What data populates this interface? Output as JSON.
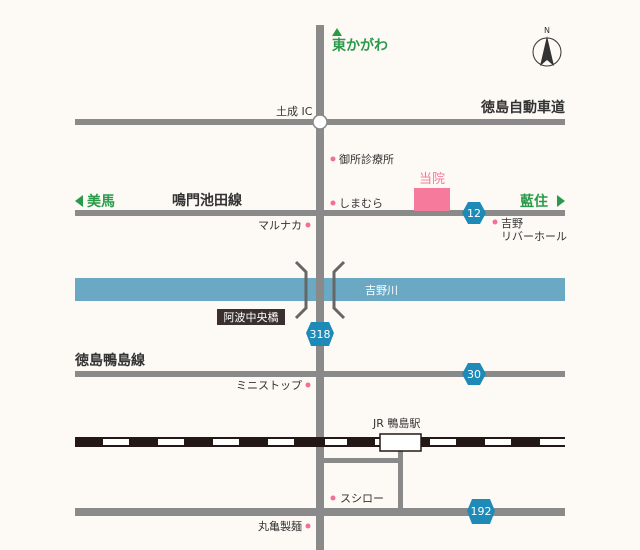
{
  "compass": {
    "label": "N"
  },
  "directions": {
    "north": "東かがわ",
    "west": "美馬",
    "east": "藍住"
  },
  "roads": {
    "top": "徳島自動車道",
    "ic": "土成 IC",
    "middle": "鳴門池田線",
    "lower": "徳島鴨島線"
  },
  "river": "吉野川",
  "bridge": "阿波中央橋",
  "clinic": "当院",
  "route_numbers": [
    "12",
    "318",
    "30",
    "192"
  ],
  "landmarks": {
    "goshosinryojo": "御所診療所",
    "shimamura": "しまむら",
    "marunaka": "マルナカ",
    "yoshino": "吉野",
    "riverhall": "リバーホール",
    "ministop": "ミニストップ",
    "station": "JR 鴨島駅",
    "sushiro": "スシロー",
    "marugame": "丸亀製麺"
  },
  "colors": {
    "road": "#8a8a8a",
    "river": "#6aa8c4",
    "clinic": "#f57a9c",
    "route": "#1e8ab8",
    "direction": "#2a9a4a"
  }
}
